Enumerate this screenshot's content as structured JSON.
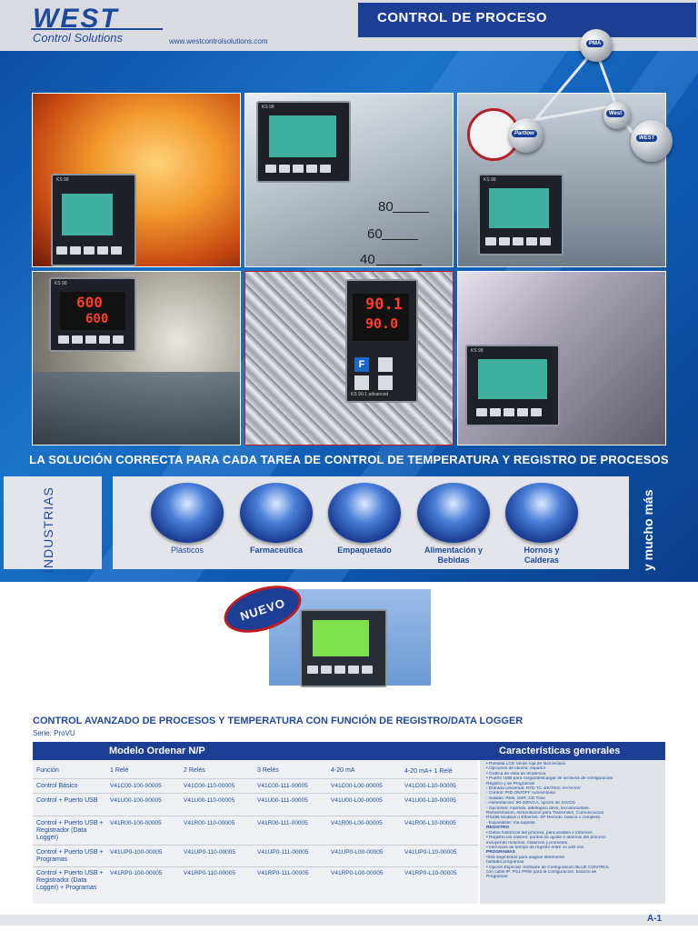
{
  "header": {
    "brand": "WEST",
    "brand_sub": "Control Solutions",
    "url": "www.westcontrolsolutions.com",
    "title": "CONTROL DE PROCESO"
  },
  "hero": {
    "brand_bubbles": [
      "PMA",
      "Partlow",
      "West",
      "WEST"
    ],
    "photo_controllers": [
      {
        "model": "KS 98"
      },
      {
        "model": "KS 98"
      },
      {
        "model": "KS 98"
      },
      {
        "model": "KS 98",
        "display_1": "600",
        "display_2": "600"
      },
      {
        "model": "KS 90-1 advanced",
        "display_1": "90.1",
        "display_2": "90.0"
      },
      {
        "model": "KS 98"
      }
    ],
    "gauge_labels": [
      "80",
      "60",
      "40"
    ],
    "tagline": "LA SOLUCIÓN CORRECTA PARA CADA TAREA DE CONTROL DE TEMPERATURA Y REGISTRO DE PROCESOS"
  },
  "industries": {
    "heading": "INDUSTRIAS",
    "more": "y mucho más",
    "items": [
      {
        "label": "Plásticos",
        "icon": "plastic-bottle-icon"
      },
      {
        "label": "Farmaceútica",
        "icon": "flask-icon"
      },
      {
        "label": "Empaquetado",
        "icon": "disc-package-icon"
      },
      {
        "label": "Alimentación y Bebidas",
        "icon": "bottle-icon"
      },
      {
        "label": "Hornos y Calderas",
        "icon": "oven-icon"
      }
    ]
  },
  "product": {
    "badge": "NUEVO",
    "title": "CONTROL AVANZADO DE PROCESOS Y TEMPERATURA CON FUNCIÓN DE REGISTRO/DATA LOGGER",
    "series": "Serie: ProVU"
  },
  "table": {
    "header_model": "Modelo Ordenar N/P",
    "header_features": "Características generales",
    "columns": [
      "Función",
      "1 Relé",
      "2 Relés",
      "3 Relés",
      "4-20 mA",
      "4-20 mA+ 1 Relé"
    ],
    "rows": [
      {
        "funcion": "Control Básico",
        "cells": [
          "V41C00-100-00005",
          "V41C00-110-00005",
          "V41C00-111-00005",
          "V41C00-L00-00005",
          "V41C00-L10-00005"
        ]
      },
      {
        "funcion": "Control + Puerto USB",
        "cells": [
          "V41U00-100-00005",
          "V41U00-110-00005",
          "V41U00-111-00005",
          "V41U00-L00-00005",
          "V41U00-L10-00005"
        ]
      },
      {
        "funcion": "Control + Puerto USB + Registrador (Data Logger)",
        "cells": [
          "V41R00-100-00005",
          "V41R00-110-00005",
          "V41R00-111-00005",
          "V41R00-L00-00005",
          "V41R00-L10-00005"
        ]
      },
      {
        "funcion": "Control + Puerto USB + Programas",
        "cells": [
          "V41UP0-100-00005",
          "V41UP0-110-00005",
          "V41UP0-111-00005",
          "V41UP0-L00-00005",
          "V41UP0-L10-00005"
        ]
      },
      {
        "funcion": "Control + Puerto USB + Registrador (Data Logger) + Programas",
        "cells": [
          "V41RP0-100-00005",
          "V41RP0-110-00005",
          "V41RP0-111-00005",
          "V41RP0-L00-00005",
          "V41RP0-L10-00005"
        ]
      }
    ],
    "features": [
      {
        "text": "• Pantalla LCD Verde roja de fácil lectura",
        "head": false
      },
      {
        "text": "• Opciones de idioma: español",
        "head": false
      },
      {
        "text": "• Gráfica de vista de tendencia",
        "head": false
      },
      {
        "text": "• Puerto USB para cargar/descargar de archivos de configuración",
        "head": false
      },
      {
        "text": "Registro y de Programas",
        "head": false
      },
      {
        "text": "- Entrada Universal: RTD TC-J/K/T/DC mA/V/mV",
        "head": false
      },
      {
        "text": "- Control: PID ON/OFF Autosintonia",
        "head": false
      },
      {
        "text": "- Salidas: Relé, SSR, CD Triac",
        "head": false
      },
      {
        "text": "- Alimentación: 90-220VCA, opción de 24VCD",
        "head": false
      },
      {
        "text": "- Opciones: Alarmas, alterlógico devo, lección/tuetele.",
        "head": false
      },
      {
        "text": "Retransmisión, Alimentación para Transmisor, Comunicación",
        "head": false
      },
      {
        "text": "RS485 Modbus o Ethernet. SP Remoto, básica o completa.",
        "head": false
      },
      {
        "text": "- Expandible: Vía tarjetas",
        "head": false
      },
      {
        "text": "REGISTRO",
        "head": true
      },
      {
        "text": "• Datos históricos del proceso, para análisis e informes",
        "head": false
      },
      {
        "text": "• Registro los valores: puntos de ajuste o alarmas del proceso",
        "head": false
      },
      {
        "text": "incluyendo mínimos, máximos y promedio",
        "head": false
      },
      {
        "text": "• Intervalos de tiempo de registro entre 1s a30 min.",
        "head": false
      },
      {
        "text": "PROGRAMAS",
        "head": true
      },
      {
        "text": "•255 segmentos para asignar libremente",
        "head": false
      },
      {
        "text": "hasta64 programas",
        "head": false
      },
      {
        "text": "• Opción Especial: Software de Configuración BLUE CONTROL",
        "head": false
      },
      {
        "text": "con cable lP: PS1 PRW para la configuración. Edición de",
        "head": false
      },
      {
        "text": "Programas",
        "head": false
      }
    ]
  },
  "footer": {
    "page": "A-1"
  }
}
